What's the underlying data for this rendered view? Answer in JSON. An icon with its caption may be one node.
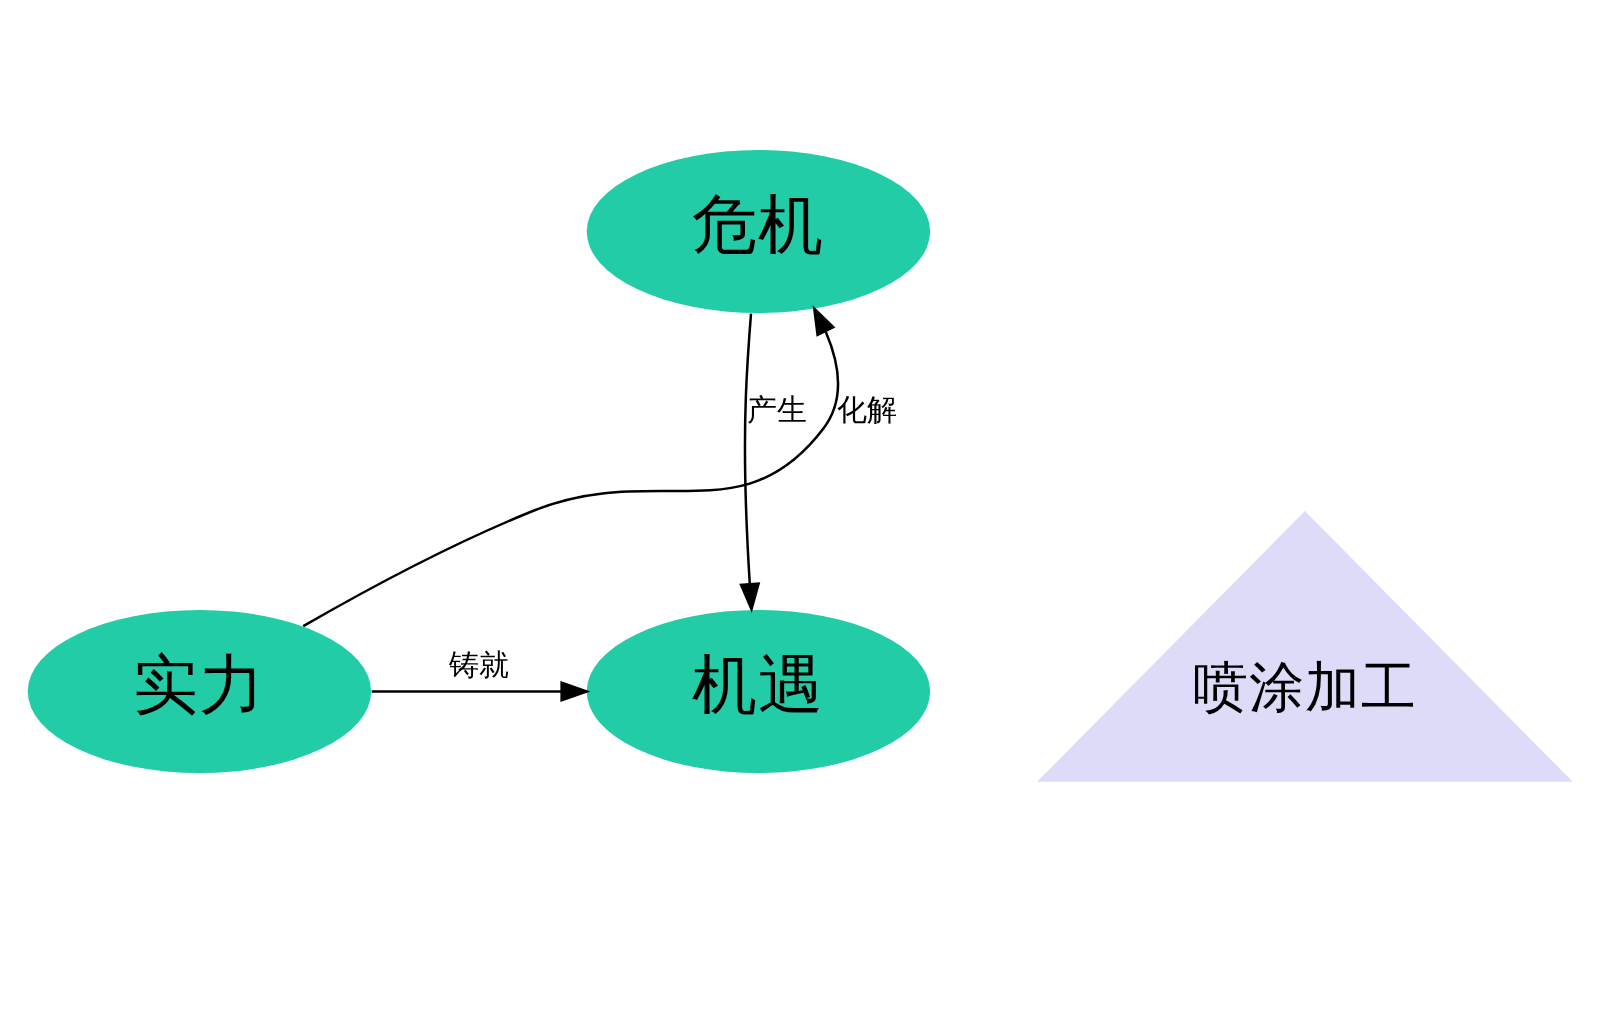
{
  "diagram": {
    "nodes": [
      {
        "text": [
          "危机"
        ]
      },
      {
        "text": [
          "机遇"
        ]
      },
      {
        "text": [
          "实力"
        ]
      },
      {
        "text": [
          "喷涂加工"
        ]
      }
    ],
    "edges": [
      {
        "from": 0,
        "to": 1,
        "arrow": "to",
        "label": "产生"
      },
      {
        "from": 2,
        "to": 0,
        "arrow": "to",
        "label": "化解"
      },
      {
        "from": 2,
        "to": 1,
        "arrow": "to",
        "label": "铸就"
      }
    ]
  }
}
